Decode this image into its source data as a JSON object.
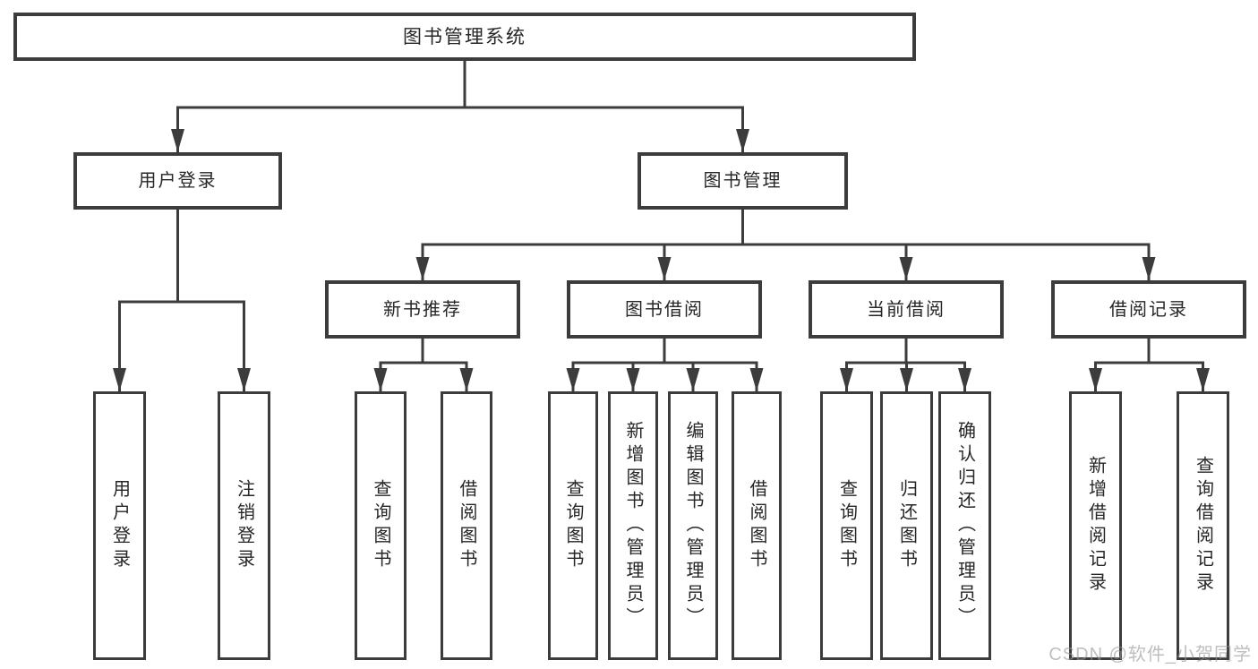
{
  "tree": {
    "root": "图书管理系统",
    "branches": [
      {
        "label": "用户登录",
        "children": [
          "用户登录",
          "注销登录"
        ]
      },
      {
        "label": "图书管理",
        "sections": [
          {
            "label": "新书推荐",
            "children": [
              "查询图书",
              "借阅图书"
            ]
          },
          {
            "label": "图书借阅",
            "children": [
              "查询图书",
              "新增图书（管理员）",
              "编辑图书（管理员）",
              "借阅图书"
            ]
          },
          {
            "label": "当前借阅",
            "children": [
              "查询图书",
              "归还图书",
              "确认归还（管理员）"
            ]
          },
          {
            "label": "借阅记录",
            "children": [
              "新增借阅记录",
              "查询借阅记录"
            ]
          }
        ]
      }
    ]
  },
  "watermark": "CSDN @软件_小贺同学",
  "colors": {
    "line": "#3c3c3c",
    "text": "#262626",
    "watermark": "#969696",
    "background": "#ffffff"
  }
}
